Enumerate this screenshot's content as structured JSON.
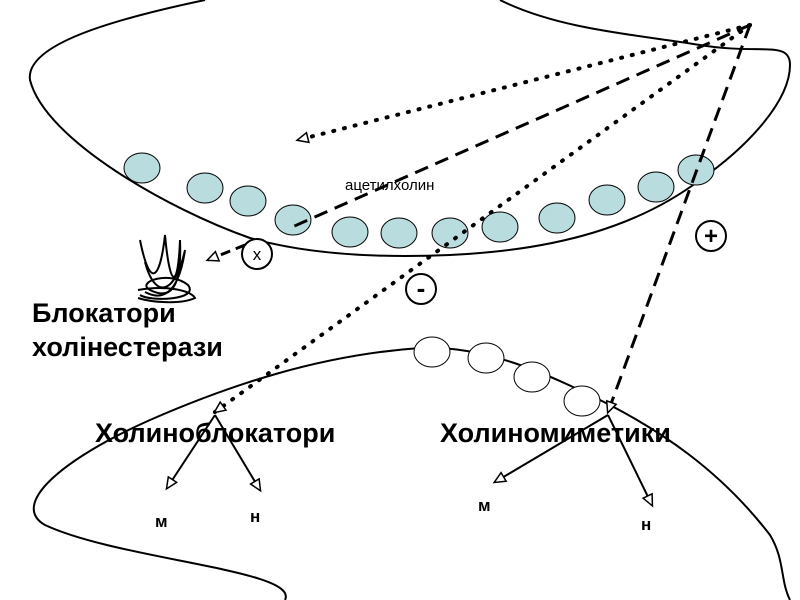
{
  "labels": {
    "mediator": "ацетилхолин",
    "inhibitors_line1": "Блокатори",
    "inhibitors_line2": "холінестерази",
    "blockers": "Холиноблокатори",
    "mimetics": "Холиномиметики",
    "blockers_m": "м",
    "blockers_n": "н",
    "mimetics_m": "м",
    "mimetics_n": "н",
    "enzyme_mark": "x",
    "minus_sign": "-",
    "plus_sign": "+"
  },
  "colors": {
    "vesicle_fill": "#b9dcde",
    "receptor_fill": "#ffffff",
    "line": "#000000"
  }
}
